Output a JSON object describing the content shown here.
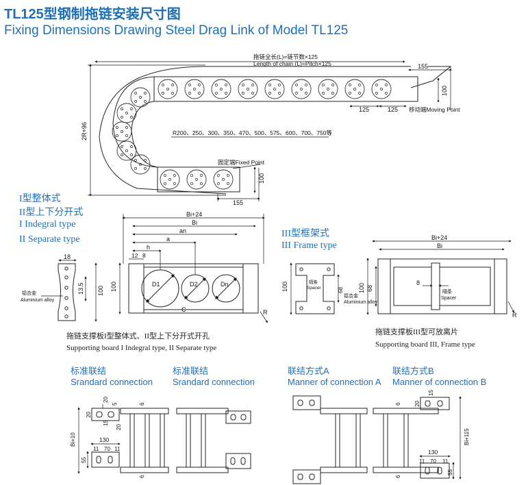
{
  "title_cn": "TL125型钢制拖链安装尺寸图",
  "title_en": "Fixing Dimensions Drawing Steel Drag Link of Model TL125",
  "main_drawing": {
    "length_cn": "拖链全长(L)=链节数×125",
    "length_en": "Length of chain (L)=Pitch×125",
    "dim_155_top": "155",
    "dim_100_right": "100",
    "dim_125_a": "125",
    "dim_125_b": "125",
    "moving_point": "移动端Moving Point",
    "dim_2r": "2R+96",
    "radius_list": "R200、250、300、350、470、500、575、600、700、750等",
    "fixed_point": "固定端Fixed Point",
    "dim_100_bottom": "100",
    "dim_155_bottom": "155"
  },
  "types": {
    "integral_cn": "I型整体式",
    "separate_cn": "II型上下分开式",
    "integral_en": "I Indegral type",
    "separate_en": "II Separate type",
    "frame_cn": "III型框架式",
    "frame_en": "III Frame type"
  },
  "left_part": {
    "dim_18": "18",
    "dim_13_5": "13.5",
    "dim_100": "100",
    "alu_cn": "铝合金",
    "alu_en": "Aluminium alloy"
  },
  "board12": {
    "bi24": "Bi+24",
    "bi": "Bi",
    "an": "an",
    "a": "a",
    "h": "h",
    "dim_12": "12",
    "dim_8": "8",
    "dim_100": "100",
    "d1": "D1",
    "d2": "D2",
    "dn": "Dn",
    "c": "C",
    "r": "R",
    "caption_cn": "拖链支撑板I型整体式、II型上下分开式开孔",
    "caption_en": "Supporting board I Indegral type, II Separate type"
  },
  "frame_part": {
    "dim_100": "100",
    "dim_68": "68",
    "spacer_cn": "隔条",
    "spacer_en": "Spacer",
    "alu_cn": "铝合金",
    "alu_en": "Aluminium alloy"
  },
  "board3": {
    "bi24": "Bi+24",
    "bi": "Bi",
    "dim_100": "100",
    "dim_68": "68",
    "dim_8": "8",
    "spacer_cn": "隔条",
    "spacer_en": "Spacer",
    "r": "R",
    "caption_cn": "拖链支撑板III型可放离片",
    "caption_en": "Supporting board III, Frame type"
  },
  "connections": {
    "std1_cn": "标准联结",
    "std1_en": "Srandard connection",
    "std2_cn": "标准联结",
    "std2_en": "Srandard connection",
    "a_cn": "联结方式A",
    "a_en": "Manner of connection A",
    "b_cn": "联结方式B",
    "b_en": "Manner of connection B",
    "dim_20": "20",
    "dim_5": "5",
    "dim_6": "6",
    "dim_15": "15",
    "dim_bi10": "Bi+10",
    "dim_130": "130",
    "dim_11": "11",
    "dim_70": "70",
    "dim_55": "55",
    "dim_bi115": "Bi+115"
  }
}
